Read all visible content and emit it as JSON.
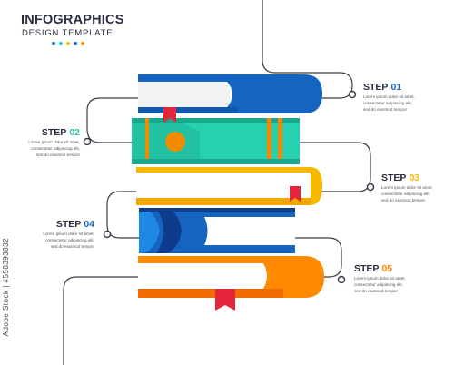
{
  "header": {
    "title": "INFOGRAPHICS",
    "subtitle": "DESIGN TEMPLATE",
    "dot_colors": [
      "#1565c0",
      "#26c6a6",
      "#f7b800",
      "#1565c0",
      "#ff8a00"
    ]
  },
  "steps": [
    {
      "label": "STEP",
      "number": "01",
      "color": "#1565c0",
      "lines": [
        "Lorem ipsum dolor sit amet,",
        "consectetur adipiscing elit,",
        "sed do eiusmod tempor"
      ]
    },
    {
      "label": "STEP",
      "number": "02",
      "color": "#26c6a6",
      "lines": [
        "Lorem ipsum dolor sit amet,",
        "consectetur adipiscing elit,",
        "sed do eiusmod tempor"
      ]
    },
    {
      "label": "STEP",
      "number": "03",
      "color": "#f7b800",
      "lines": [
        "Lorem ipsum dolor sit amet,",
        "consectetur adipiscing elit,",
        "sed do eiusmod tempor"
      ]
    },
    {
      "label": "STEP",
      "number": "04",
      "color": "#1565c0",
      "lines": [
        "Lorem ipsum dolor sit amet,",
        "consectetur adipiscing elit,",
        "sed do eiusmod tempor"
      ]
    },
    {
      "label": "STEP",
      "number": "05",
      "color": "#ff8a00",
      "lines": [
        "Lorem ipsum dolor sit amet,",
        "consectetur adipiscing elit,",
        "sed do eiusmod tempor"
      ]
    }
  ],
  "book_colors": {
    "blue": "#1565c0",
    "teal": "#26d0b0",
    "yellow": "#f7b800",
    "navy": "#0d3c8c",
    "orange": "#ff8a00",
    "bookmark": "#e5253a",
    "line": "#3a3d4a"
  },
  "watermark": "Adobe Stock | #558393832"
}
